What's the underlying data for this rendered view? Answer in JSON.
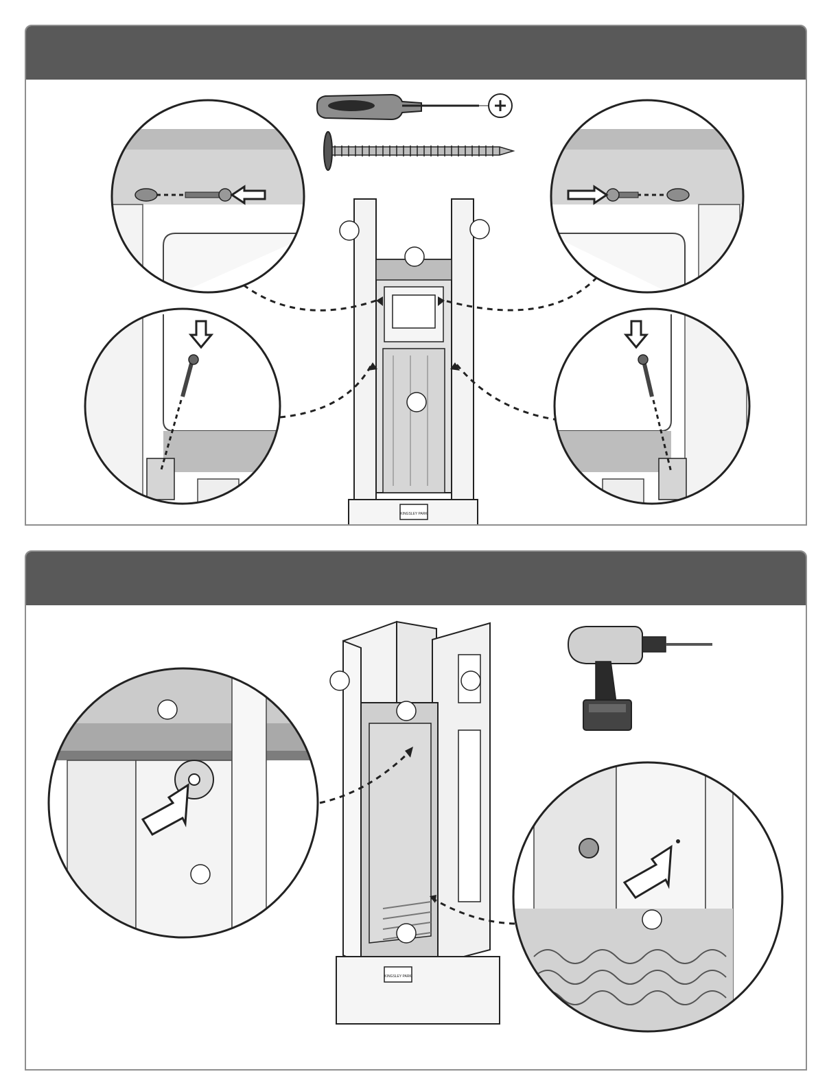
{
  "page": {
    "background": "#ffffff"
  },
  "colors": {
    "header": "#595959",
    "frame": "#8e8e8e",
    "line": "#222222",
    "part_light": "#e9e9e9",
    "part_mid": "#c4c4c4",
    "part_dark": "#8d8d8d"
  },
  "steps": [
    {
      "header_text": "",
      "tools": [
        "phillips-screwdriver-icon",
        "screw-icon"
      ],
      "brand_badge": "KINGSLEY PARK",
      "callouts": [
        "detail-top-left",
        "detail-bottom-left",
        "detail-top-right",
        "detail-bottom-right"
      ],
      "part_markers": [
        "",
        "",
        "",
        ""
      ]
    },
    {
      "header_text": "",
      "tools": [
        "power-drill-icon"
      ],
      "brand_badge": "KINGSLEY PARK",
      "callouts": [
        "detail-drill-top",
        "detail-drill-bottom"
      ],
      "part_markers": [
        "",
        "",
        "",
        "",
        "",
        "",
        "",
        ""
      ]
    }
  ]
}
